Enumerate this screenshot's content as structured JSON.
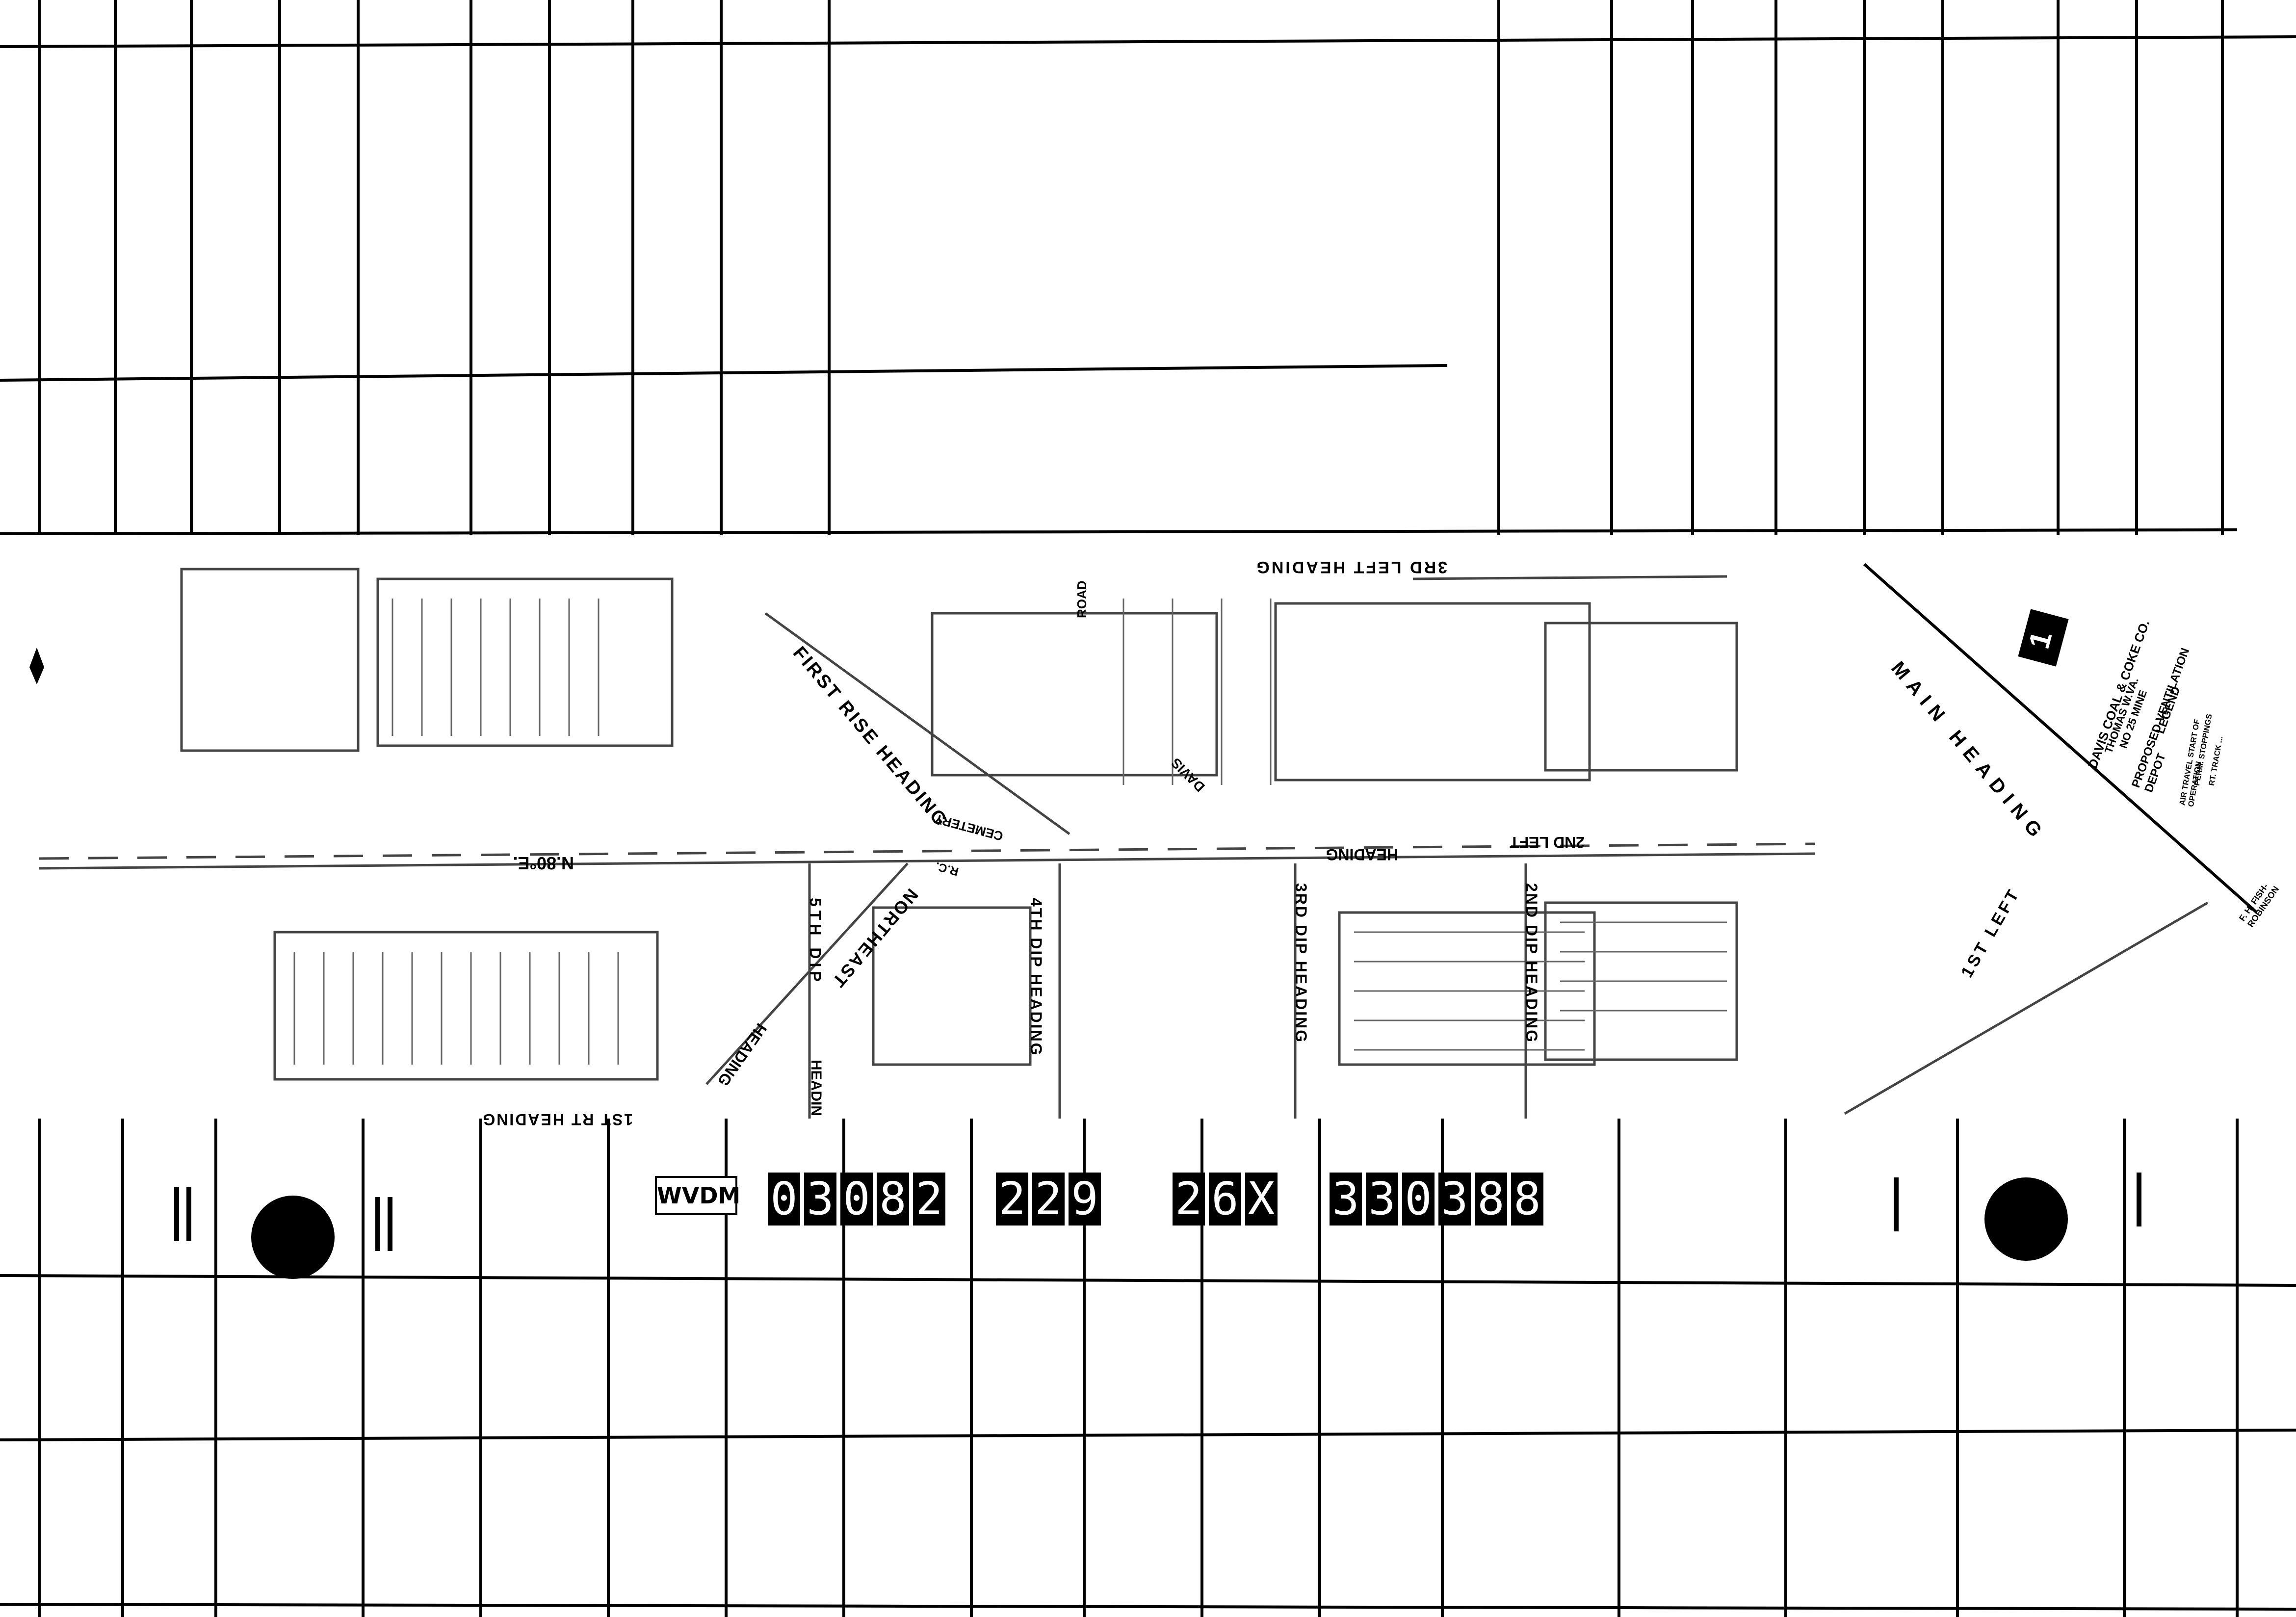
{
  "legend": {
    "sheet_number": "1",
    "company": "DAVIS COAL & COKE CO.",
    "place": "THOMAS W.VA.",
    "mine": "NO 25 MINE",
    "title": "PROPOSED VENTILATION DEPOT",
    "legend_heading": "LEGEND",
    "lines": [
      "AIR TRAVEL START OF OPERATION",
      "PERM. STOPPINGS",
      "RT. TRACK ..."
    ],
    "signature": "F. H. FISH-ROBINSON"
  },
  "map_labels": {
    "third_left": "3RD LEFT HEADING",
    "first_rise": "FIRST RISE HEADING",
    "road": "ROAD",
    "davis": "DAVIS",
    "heading": "HEADING",
    "second_left": "2ND LEFT",
    "main_heading": "MAIN HEADING",
    "n80e": "N.80°E.",
    "cemetery": "CEMETERY",
    "rc": "R.C.",
    "northeast": "NORTHEAST",
    "heading_ne": "HEADING",
    "fifth_dip": "5TH DIP",
    "heading_5": "HEADIN",
    "fourth_dip": "4TH DIP HEADING",
    "third_dip": "3RD DIP HEADING",
    "second_dip": "2ND DIP HEADING",
    "first_rt": "1ST RT HEADING",
    "first_left": "1ST LEFT"
  },
  "film_id": {
    "prefix": "WVDM",
    "group1": "03082",
    "group2": "229",
    "group3": "26X",
    "group4": "330388"
  },
  "colors": {
    "ink": "#000000",
    "paper": "#ffffff",
    "map_line": "#555555"
  }
}
